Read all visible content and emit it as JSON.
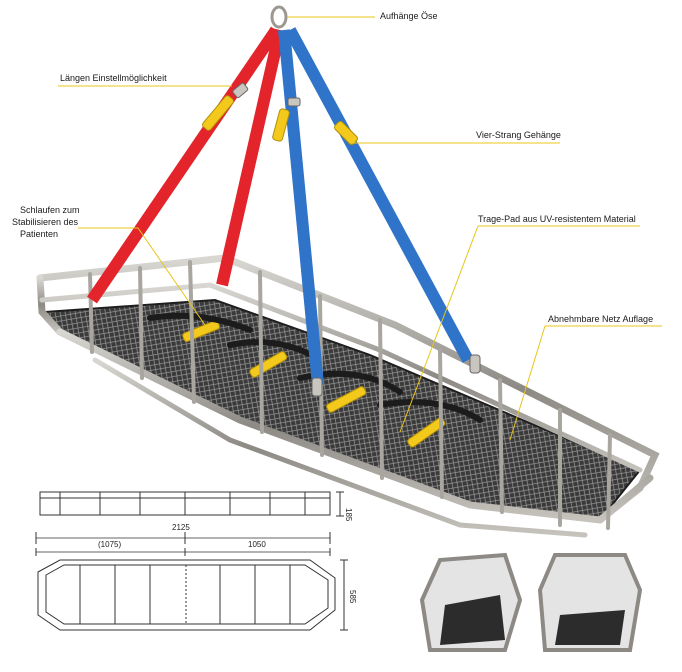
{
  "labels": {
    "ring": "Aufhänge Öse",
    "adjust": "Längen Einstellmöglichkeit",
    "sling": "Vier-Strang Gehänge",
    "loops_line1": "Schlaufen zum",
    "loops_line2": "Stabilisieren des",
    "loops_line3": "Patienten",
    "pad": "Trage-Pad aus UV-resistentem Material",
    "net": "Abnehmbare  Netz Auflage"
  },
  "dimensions": {
    "height": "185",
    "total_length": "2125",
    "part_a": "(1075)",
    "part_b": "1050",
    "width": "585"
  },
  "colors": {
    "red_strap": "#e3242b",
    "blue_strap": "#2f74c9",
    "yellow_strap": "#f3c91c",
    "frame": "#a9a6a0",
    "leader_line": "#e8c51a",
    "net": "#2b2b2b"
  }
}
